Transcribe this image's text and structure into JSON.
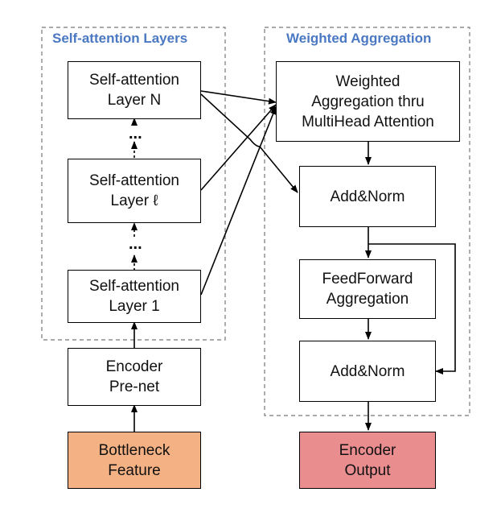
{
  "groups": {
    "left_title": "Self-attention Layers",
    "right_title": "Weighted Aggregation"
  },
  "nodes": {
    "sa_layer_n": {
      "line1": "Self-attention",
      "line2": "Layer N"
    },
    "sa_layer_l": {
      "line1": "Self-attention",
      "line2": "Layer ℓ"
    },
    "sa_layer_1": {
      "line1": "Self-attention",
      "line2": "Layer 1"
    },
    "encoder_prenet": {
      "line1": "Encoder",
      "line2": "Pre-net"
    },
    "bottleneck": {
      "line1": "Bottleneck",
      "line2": "Feature"
    },
    "weighted_agg": {
      "line1": "Weighted",
      "line2": "Aggregation thru",
      "line3": "MultiHead Attention"
    },
    "add_norm_1": {
      "line1": "Add&Norm"
    },
    "feedforward": {
      "line1": "FeedForward",
      "line2": "Aggregation"
    },
    "add_norm_2": {
      "line1": "Add&Norm"
    },
    "encoder_output": {
      "line1": "Encoder",
      "line2": "Output"
    }
  },
  "ellipsis": "...",
  "colors": {
    "title_blue": "#4a78c2",
    "bottleneck_fill": "#f4b183",
    "output_fill": "#ea8d8f",
    "border": "#000000",
    "dashed": "#777777"
  }
}
